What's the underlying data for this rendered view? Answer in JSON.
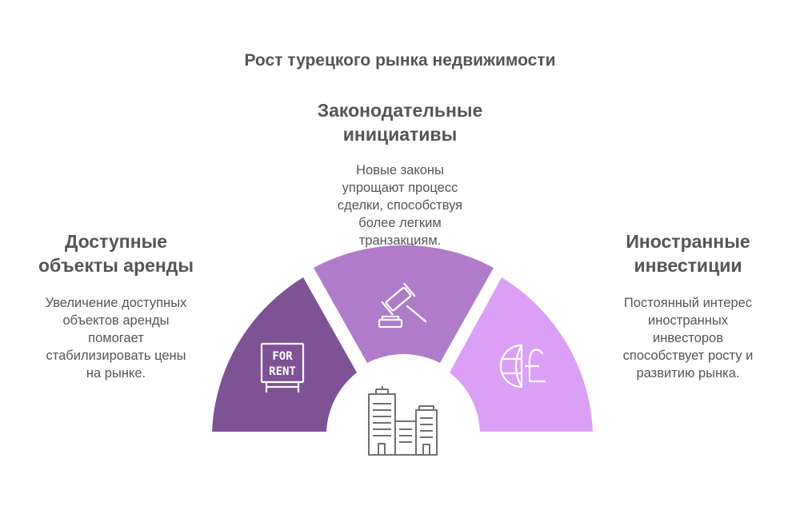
{
  "title": "Рост турецкого рынка недвижимости",
  "colors": {
    "left_segment": "#7f5195",
    "center_segment": "#b07cc9",
    "right_segment": "#dc9ff6",
    "text": "#555555",
    "icon_stroke": "#ffffff",
    "building_stroke": "#707070"
  },
  "segments": [
    {
      "id": "left",
      "heading": "Доступные\nобъекты аренды",
      "description": "Увеличение доступных\nобъектов аренды\nпомогает\nстабилизировать цены\nна рынке.",
      "icon": "for-rent-sign-icon",
      "sign_lines": [
        "FOR",
        "RENT"
      ]
    },
    {
      "id": "center",
      "heading": "Законодательные\nинициативы",
      "description": "Новые законы\nупрощают процесс\nсделки, способствуя\nболее легким\nтранзакциям.",
      "icon": "gavel-icon"
    },
    {
      "id": "right",
      "heading": "Иностранные\nинвестиции",
      "description": "Постоянный интерес\nиностранных\nинвесторов\nспособствует росту и\nразвитию рынка.",
      "icon": "globe-pound-icon"
    }
  ],
  "center_icon": "buildings-icon"
}
